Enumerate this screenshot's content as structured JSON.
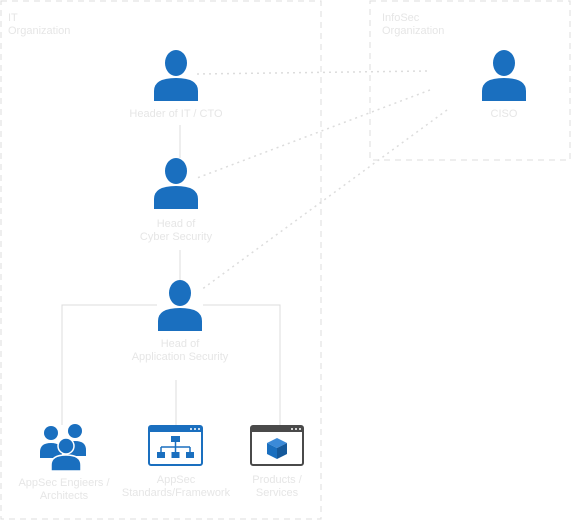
{
  "regions": {
    "it": {
      "label": "IT\nOrganization"
    },
    "infosec": {
      "label": "InfoSec\nOrganization"
    }
  },
  "nodes": {
    "cto": {
      "label": "Header of IT / CTO",
      "icon": "person-icon"
    },
    "ciso": {
      "label": "CISO",
      "icon": "person-icon"
    },
    "cyber": {
      "label": "Head of\nCyber Security",
      "icon": "person-icon"
    },
    "appsec": {
      "label": "Head of\nApplication Security",
      "icon": "person-icon"
    },
    "engineers": {
      "label": "AppSec Engieers /\nArchitects",
      "icon": "group-icon"
    },
    "standards": {
      "label": "AppSec\nStandards/Framework",
      "icon": "framework-window-icon"
    },
    "products": {
      "label": "Products /\nServices",
      "icon": "product-window-icon"
    }
  },
  "colors": {
    "icon_blue": "#1a6fbf",
    "icon_dark": "#4a4a4a",
    "frame": "#dcdcdc",
    "label": "#e6e6e6"
  }
}
